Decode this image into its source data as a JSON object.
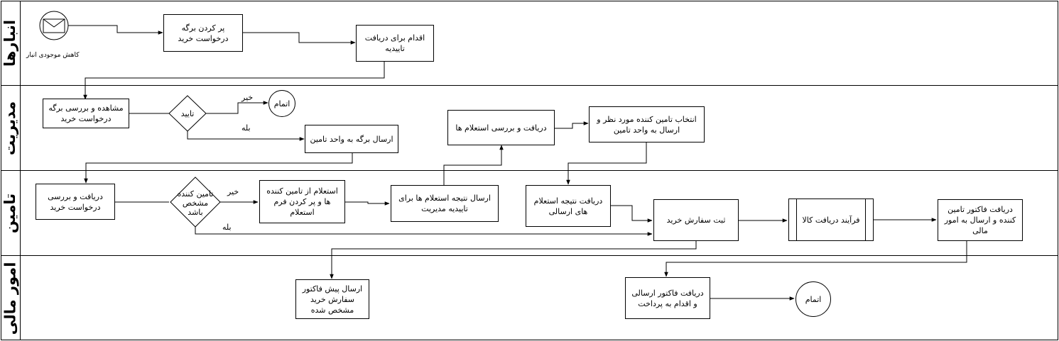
{
  "lanes": [
    {
      "id": "warehouses",
      "label": "انبارها"
    },
    {
      "id": "management",
      "label": "مدیریت"
    },
    {
      "id": "supply",
      "label": "تامین"
    },
    {
      "id": "finance",
      "label": "امور مالی"
    }
  ],
  "start_event": {
    "caption": "کاهش موجودی انبار"
  },
  "tasks": {
    "fill_request": "پر کردن برگه درخواست خرید",
    "request_approval": "اقدام برای دریافت تاییدیه",
    "review_request": "مشاهده و بررسی برگه درخواست خرید",
    "send_to_supply": "ارسال برگه به واحد تامین",
    "review_inquiries": "دریافت و بررسی استعلام ها",
    "select_supplier": "انتخاب تامین کننده مورد نظر و ارسال به  واحد تامین",
    "supply_receive": "دریافت و بررسی درخواست خرید",
    "inquiry": "استعلام از تامین کننده ها و پر کردن فرم استعلام",
    "send_inquiry_result": "ارسال نتیجه استعلام ها برای تاییدیه مدیریت",
    "receive_inquiry_result": "دریافت نتیجه استعلام های ارسالی",
    "register_order": "ثبت سفارش خرید",
    "goods_receipt": "فرآیند دریافت کالا",
    "invoice_to_finance": "دریافت فاکتور تامین کننده و ارسال به امور مالی",
    "proforma": "ارسال پیش فاکتور سفارش خرید مشخص شده",
    "pay_invoice": "دریافت فاکتور ارسالی و اقدام به پرداخت"
  },
  "gateways": {
    "approve": "تایید",
    "supplier_known": "تامین کننده مشخص باشد"
  },
  "end_events": {
    "end_management": "اتمام",
    "end_finance": "اتمام"
  },
  "edge_labels": {
    "approve_no": "خیر",
    "approve_yes": "بله",
    "supplier_no": "خیر",
    "supplier_yes": "بله"
  },
  "colors": {
    "line": "#000000",
    "background": "#ffffff"
  }
}
